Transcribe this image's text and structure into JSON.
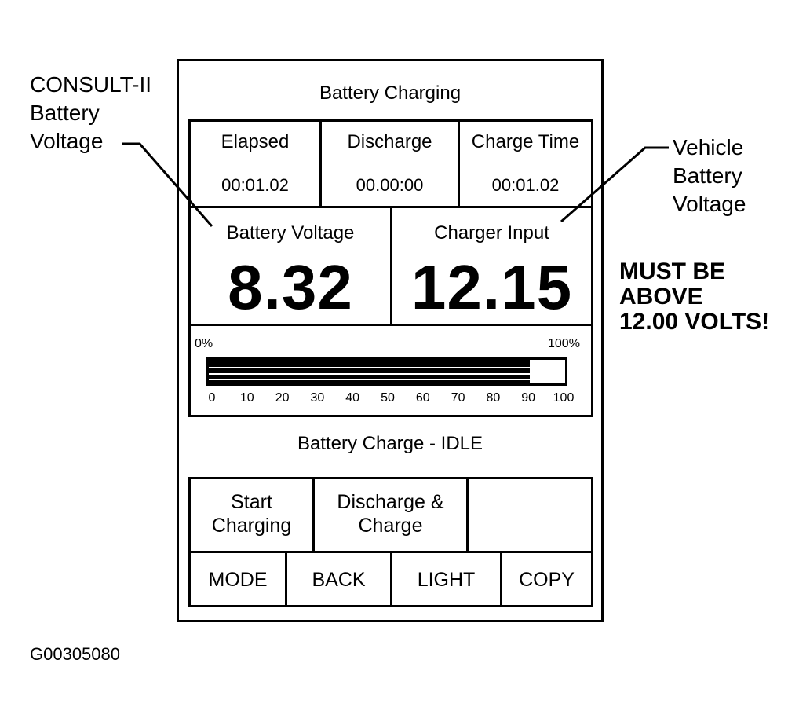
{
  "screen": {
    "title": "Battery Charging",
    "timers": [
      {
        "label": "Elapsed",
        "value": "00:01.02"
      },
      {
        "label": "Discharge",
        "value": "00.00:00"
      },
      {
        "label": "Charge Time",
        "value": "00:01.02"
      }
    ],
    "battery_voltage": {
      "label": "Battery Voltage",
      "value": "8.32"
    },
    "charger_input": {
      "label": "Charger Input",
      "value": "12.15"
    },
    "gauge": {
      "min_label": "0%",
      "max_label": "100%",
      "ticks": [
        "0",
        "10",
        "20",
        "30",
        "40",
        "50",
        "60",
        "70",
        "80",
        "90",
        "100"
      ],
      "fill_percent": 90
    },
    "status": "Battery Charge - IDLE",
    "buttons_row1": [
      "Start\nCharging",
      "Discharge &\nCharge",
      ""
    ],
    "buttons_row2": [
      "MODE",
      "BACK",
      "LIGHT",
      "COPY"
    ]
  },
  "callouts": {
    "left": [
      "CONSULT-II",
      "Battery",
      "Voltage"
    ],
    "right": [
      "Vehicle",
      "Battery",
      "Voltage"
    ],
    "warning": [
      "MUST BE",
      "ABOVE",
      "12.00 VOLTS!"
    ]
  },
  "figure_code": "G00305080"
}
